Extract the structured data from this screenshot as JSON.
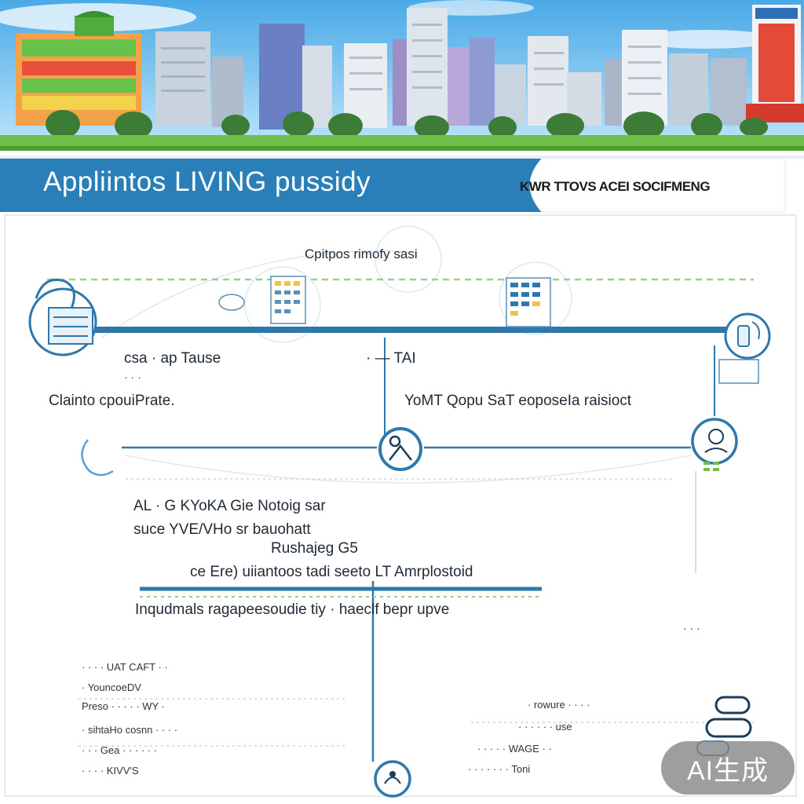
{
  "banner": {
    "title": "Appliintos LIVING pussidy",
    "subtitle": "KWR TTOVS ACEI SOCIFMENG"
  },
  "diagram": {
    "top_label": "Cpitpos rimofy sasi",
    "left_heading_1": "csa · ap Tause",
    "left_heading_2": "· · ·",
    "left_caption": "Clainto cpouiPrate.",
    "right_heading": "· — TAI",
    "right_caption": "YoMT Qopu SaT eoposeIa raisioct",
    "center_block": {
      "line_1": "AL · G KYoKA Gie Notoig sar",
      "line_2": "suce YVE/VHo sr bauohatt",
      "line_3": "Rushajeg G5",
      "line_4": "ce Ere) uiiantoos tadi seeto LT Amrplostoid",
      "line_5": "Inqudmals ragapeesoudie tiy · haeclf bepr upve"
    },
    "bottom_left_lines": [
      "· · · · UAT CAFT · ·",
      "· YouncoeDV",
      "Preso · · · · · WY ·",
      "· sihtaHo cosnn · · · ·",
      "· · · Gea · · · · · ·",
      "· · · · KIVV'S"
    ],
    "bottom_right_lines": [
      "· rowure · · · ·",
      "· · · · · · use",
      "· · · · · WAGE · ·",
      "· · · · · · · Toni"
    ],
    "side_note": "· · ·"
  },
  "badge": {
    "label": "AI生成"
  },
  "colors": {
    "primary_blue": "#2a7fb8",
    "line_blue": "#2f78ad",
    "green_dash": "#9bd08a",
    "sky_top": "#5fb6e8",
    "grass": "#6fbf4a"
  },
  "icons": [
    "person-icon",
    "building-icon",
    "phone-icon",
    "scissors-icon",
    "figure-icon",
    "chat-icon"
  ]
}
